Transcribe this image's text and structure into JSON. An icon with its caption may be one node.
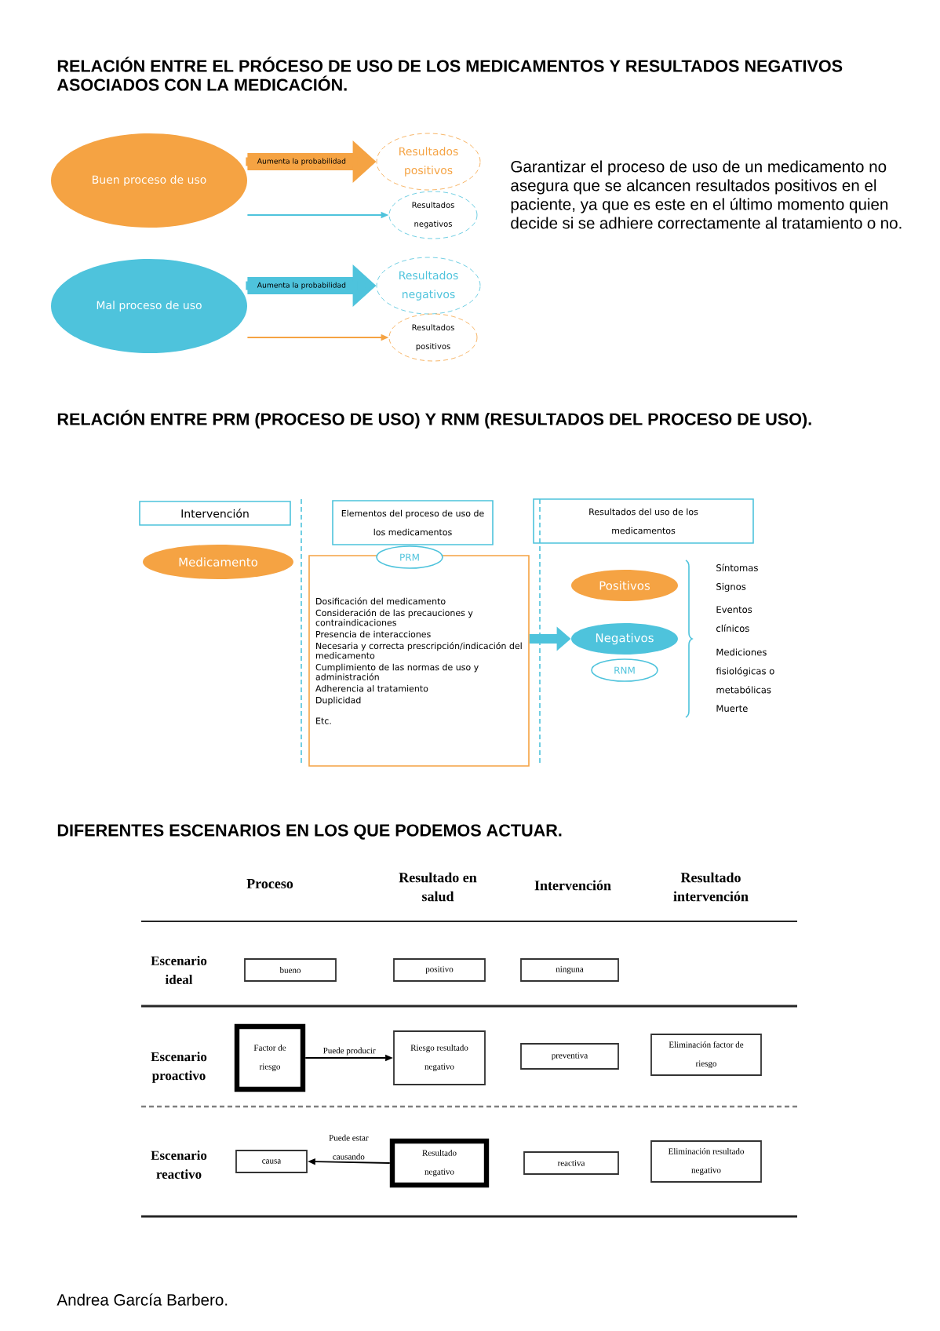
{
  "diagram": {
    "nodes": [
      {
        "text": [
          "Buen proceso de uso"
        ]
      },
      {
        "text": [
          "Mal proceso de uso"
        ]
      },
      {
        "text": [
          "Resultados positivos"
        ]
      },
      {
        "text": [
          "Resultados negativos"
        ]
      },
      {
        "text": [
          "Resultados negativos"
        ]
      },
      {
        "text": [
          "Resultados positivos"
        ]
      },
      {
        "text": [
          "Intervención"
        ]
      },
      {
        "text": [
          "Medicamento"
        ]
      },
      {
        "text": [
          "Elementos del proceso de uso de los medicamentos"
        ]
      },
      {
        "text": [
          "Dosificación del medicamento",
          "Consideración de las precauciones y contraindicaciones",
          "Presencia de interacciones",
          "Necesaria y correcta prescripción/indicación del medicamento",
          "Cumplimiento de las normas de uso y administración",
          "Adherencia al tratamiento",
          "Duplicidad",
          "Etc."
        ]
      },
      {
        "text": [
          "PRM"
        ]
      },
      {
        "text": [
          "Resultados del uso de los medicamentos"
        ]
      },
      {
        "text": [
          "Positivos"
        ]
      },
      {
        "text": [
          "Negativos"
        ]
      },
      {
        "text": [
          "RNM"
        ]
      },
      {
        "text": [
          "bueno"
        ]
      },
      {
        "text": [
          "positivo"
        ]
      },
      {
        "text": [
          "ninguna"
        ]
      },
      {
        "text": [
          "Factor de riesgo"
        ]
      },
      {
        "text": [
          "Riesgo resultado negativo"
        ]
      },
      {
        "text": [
          "preventiva"
        ]
      },
      {
        "text": [
          "Eliminación factor de riesgo"
        ]
      },
      {
        "text": [
          "causa"
        ]
      },
      {
        "text": [
          "Resultado negativo"
        ]
      },
      {
        "text": [
          "reactiva"
        ]
      },
      {
        "text": [
          "Eliminación resultado negativo"
        ]
      }
    ],
    "edges": [
      {
        "from": 0,
        "to": 2,
        "arrow": "to",
        "label": "Aumenta la probabilidad",
        "style": "thick",
        "color": "#f5a343"
      },
      {
        "from": 0,
        "to": 3,
        "arrow": "to",
        "color": "#4ec3dc"
      },
      {
        "from": 1,
        "to": 4,
        "arrow": "to",
        "label": "Aumenta la probabilidad",
        "style": "thick",
        "color": "#4ec3dc"
      },
      {
        "from": 1,
        "to": 5,
        "arrow": "to",
        "color": "#f5a343"
      },
      {
        "from": 9,
        "to": 13,
        "arrow": "to",
        "style": "thick",
        "color": "#4ec3dc"
      },
      {
        "from": 18,
        "to": 19,
        "arrow": "to",
        "label": "Puede producir",
        "color": "#000000"
      },
      {
        "from": 23,
        "to": 22,
        "arrow": "to",
        "label": "Puede estar causando",
        "color": "#000000"
      }
    ],
    "labels": [
      "RELACIÓN ENTRE EL PRÓCESO DE USO DE LOS MEDICAMENTOS Y RESULTADOS NEGATIVOS ASOCIADOS CON LA MEDICACIÓN.",
      "Garantizar el proceso de uso de un medicamento no asegura que se alcancen resultados positivos en el paciente, ya que es este en el último momento quien decide si se adhiere correctamente al tratamiento o no.",
      "RELACIÓN ENTRE PRM (PROCESO DE USO) Y RNM (RESULTADOS DEL PROCESO DE USO).",
      "Síntomas Signos",
      "Eventos clínicos",
      "Mediciones fisiológicas o metabólicas",
      "Muerte",
      "DIFERENTES ESCENARIOS EN LOS QUE PODEMOS ACTUAR.",
      "Proceso",
      "Resultado en salud",
      "Intervención",
      "Resultado intervención",
      "Escenario ideal",
      "Escenario proactivo",
      "Escenario reactivo",
      "Andrea García Barbero."
    ]
  }
}
